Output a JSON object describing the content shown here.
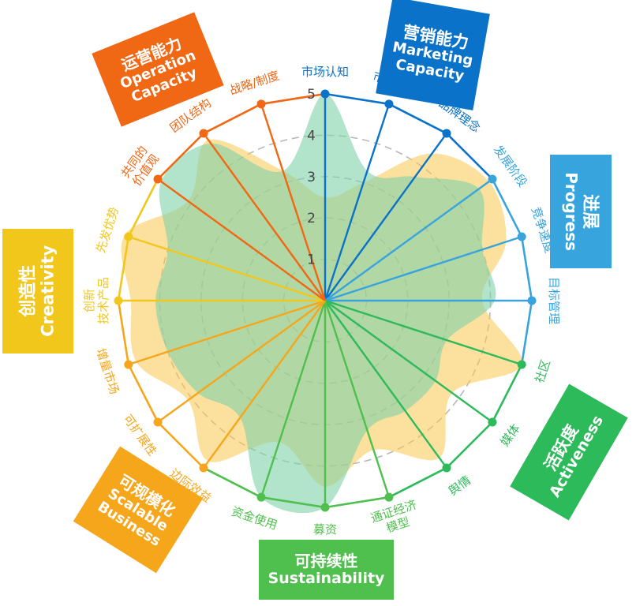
{
  "chart_data": {
    "type": "radar",
    "rlim": [
      0,
      5
    ],
    "r_ticks": [
      "1",
      "2",
      "3",
      "4",
      "5"
    ],
    "grid": "dashed circles",
    "axes": [
      {
        "label": [
          "市场认知"
        ],
        "group": "marketing",
        "value": 5
      },
      {
        "label": [
          "市场资源"
        ],
        "group": "marketing",
        "value": 5
      },
      {
        "label": [
          "品牌理念"
        ],
        "group": "marketing",
        "value": 5
      },
      {
        "label": [
          "发展阶段"
        ],
        "group": "progress",
        "value": 5
      },
      {
        "label": [
          "竞争速度"
        ],
        "group": "progress",
        "value": 5
      },
      {
        "label": [
          "目标管理"
        ],
        "group": "progress",
        "value": 5
      },
      {
        "label": [
          "社区"
        ],
        "group": "activeness",
        "value": 5
      },
      {
        "label": [
          "媒体"
        ],
        "group": "activeness",
        "value": 5
      },
      {
        "label": [
          "舆情"
        ],
        "group": "activeness",
        "value": 5
      },
      {
        "label": [
          "通证经济",
          "模型"
        ],
        "group": "sustainability",
        "value": 5
      },
      {
        "label": [
          "募资"
        ],
        "group": "sustainability",
        "value": 5
      },
      {
        "label": [
          "资金使用"
        ],
        "group": "sustainability",
        "value": 5
      },
      {
        "label": [
          "边际效益"
        ],
        "group": "scalable",
        "value": 5
      },
      {
        "label": [
          "可扩展性"
        ],
        "group": "scalable",
        "value": 5
      },
      {
        "label": [
          "增量市场"
        ],
        "group": "scalable",
        "value": 5
      },
      {
        "label": [
          "创新",
          "技术产品"
        ],
        "group": "creativity",
        "value": 5
      },
      {
        "label": [
          "先发优势"
        ],
        "group": "creativity",
        "value": 5
      },
      {
        "label": [
          "共同的",
          "价值观"
        ],
        "group": "operation",
        "value": 5
      },
      {
        "label": [
          "团队结构"
        ],
        "group": "operation",
        "value": 5
      },
      {
        "label": [
          "战略/制度"
        ],
        "group": "operation",
        "value": 5
      }
    ],
    "series": [
      {
        "color": "#f9c64f",
        "opacity": 0.55,
        "values": [
          2.5,
          3.0,
          4.4,
          4.9,
          4.6,
          3.8,
          5.0,
          3.8,
          4.7,
          3.8,
          4.5,
          3.6,
          4.8,
          4.1,
          4.8,
          4.7,
          5.1,
          4.1,
          4.8,
          3.3
        ]
      },
      {
        "color": "#7ed0a8",
        "opacity": 0.6,
        "values": [
          5.0,
          3.3,
          3.7,
          4.6,
          4.0,
          4.1,
          3.1,
          3.3,
          3.3,
          3.3,
          5.0,
          5.0,
          3.5,
          3.8,
          4.0,
          4.1,
          4.0,
          4.9,
          4.7,
          3.3
        ]
      }
    ]
  },
  "group_colors": {
    "marketing": "#0a72c8",
    "progress": "#38a4dd",
    "activeness": "#2dba5a",
    "sustainability": "#4fbf4d",
    "scalable": "#f6a61a",
    "creativity": "#f2c71c",
    "operation": "#f06714"
  },
  "groups": {
    "marketing": {
      "zh": "营销能力",
      "en": [
        "Marketing",
        "Capacity"
      ]
    },
    "progress": {
      "zh": "进展",
      "en": [
        "Progress"
      ]
    },
    "activeness": {
      "zh": "活跃度",
      "en": [
        "Activeness"
      ]
    },
    "sustainability": {
      "zh": "可持续性",
      "en": [
        "Sustainability"
      ]
    },
    "scalable": {
      "zh": "可规模化",
      "en": [
        "Scalable",
        "Business"
      ]
    },
    "creativity": {
      "zh": "创造性",
      "en": [
        "Creativity"
      ]
    },
    "operation": {
      "zh": "运营能力",
      "en": [
        "Operation",
        "Capacity"
      ]
    }
  }
}
